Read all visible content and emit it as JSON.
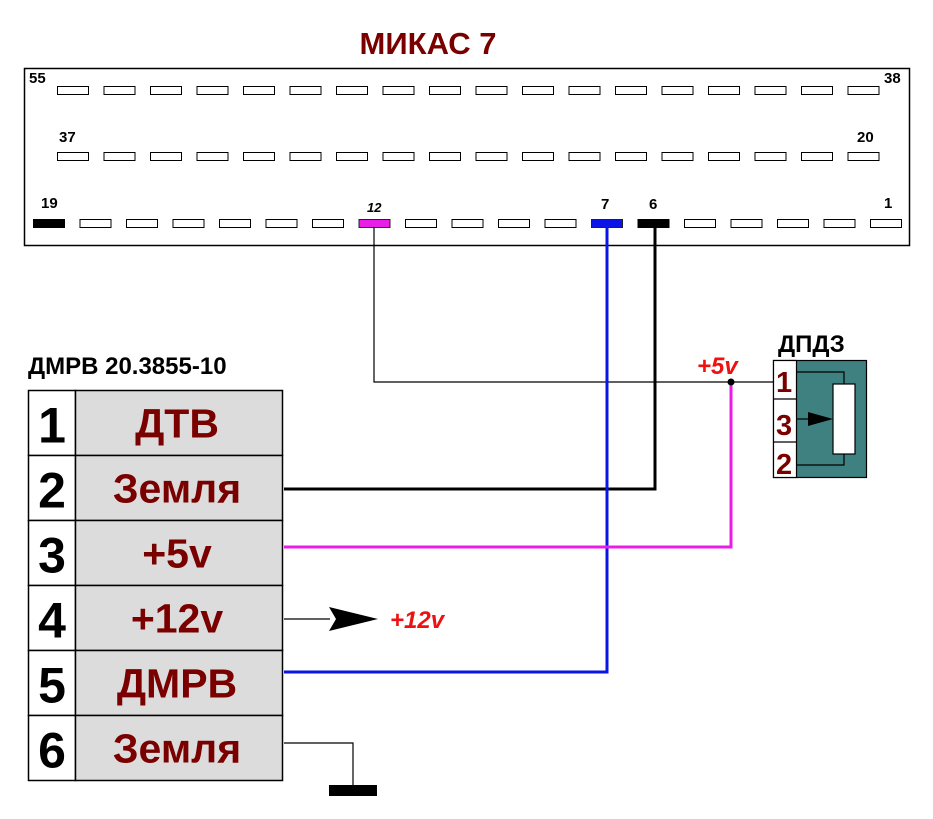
{
  "ecu": {
    "title": "МИКАС 7",
    "row_top": {
      "left_label": "55",
      "right_label": "38",
      "pin_count": 18
    },
    "row_middle": {
      "left_label": "37",
      "right_label": "20",
      "pin_count": 18
    },
    "row_bottom": {
      "left_label": "19",
      "right_label": "1",
      "pin_count": 19
    },
    "highlighted_pins": [
      {
        "number": "19",
        "color": "#000000"
      },
      {
        "number": "12",
        "color": "#e81ee8"
      },
      {
        "number": "7",
        "color": "#0a14e6"
      },
      {
        "number": "6",
        "color": "#000000"
      }
    ]
  },
  "maf_sensor": {
    "title": "ДМРВ 20.3855-10",
    "pins": [
      {
        "number": "1",
        "label": "ДТВ"
      },
      {
        "number": "2",
        "label": "Земля"
      },
      {
        "number": "3",
        "label": "+5v"
      },
      {
        "number": "4",
        "label": "+12v"
      },
      {
        "number": "5",
        "label": "ДМРВ"
      },
      {
        "number": "6",
        "label": "Земля"
      }
    ]
  },
  "tps_sensor": {
    "title": "ДПДЗ",
    "pins": [
      "1",
      "3",
      "2"
    ],
    "body_color": "#3f8080"
  },
  "annotations": {
    "plus5v": "+5v",
    "plus12v": "+12v"
  },
  "colors": {
    "title": "#7a0000",
    "wire_ground": "#000000",
    "wire_5v": "#e81ee8",
    "wire_signal": "#0a14e6",
    "cell_bg": "#dcdcdc",
    "voltage_text": "#ee1111"
  }
}
